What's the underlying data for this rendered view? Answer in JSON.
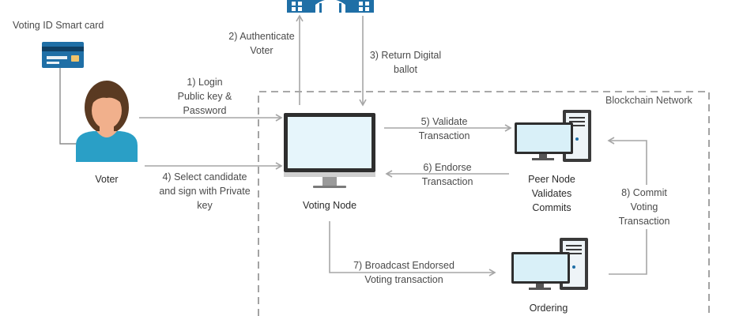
{
  "colors": {
    "arrow": "#a6a6a6",
    "dashed_border": "#8c8c8c",
    "blue": "#1f6fa6",
    "skin": "#f1b08c",
    "hair": "#5a3a22",
    "shirt": "#2a9fc6",
    "screen": "#e6f5fb",
    "monitor_frame": "#2e2e2e"
  },
  "labels": {
    "smart_card": "Voting ID Smart card",
    "voter": "Voter",
    "voting_node": "Voting Node",
    "blockchain_network": "Blockchain Network",
    "peer_node": [
      "Peer Node",
      "Validates",
      "Commits"
    ],
    "ordering": "Ordering"
  },
  "steps": {
    "s1": [
      "1) Login",
      "Public key &",
      "Password"
    ],
    "s2": [
      "2) Authenticate",
      "Voter"
    ],
    "s3": [
      "3) Return Digital",
      "ballot"
    ],
    "s4": [
      "4) Select candidate",
      "and sign with Private",
      "key"
    ],
    "s5": [
      "5) Validate",
      "Transaction"
    ],
    "s6": [
      "6) Endorse",
      "Transaction"
    ],
    "s7": [
      "7) Broadcast Endorsed",
      "Voting transaction"
    ],
    "s8": [
      "8) Commit",
      "Voting",
      "Transaction"
    ]
  },
  "icons": {
    "card": "smart-card-icon",
    "voter": "person-icon",
    "authority": "government-building-icon",
    "voting_node": "monitor-icon",
    "peer": "desktop-computer-icon",
    "ordering": "desktop-computer-icon"
  }
}
